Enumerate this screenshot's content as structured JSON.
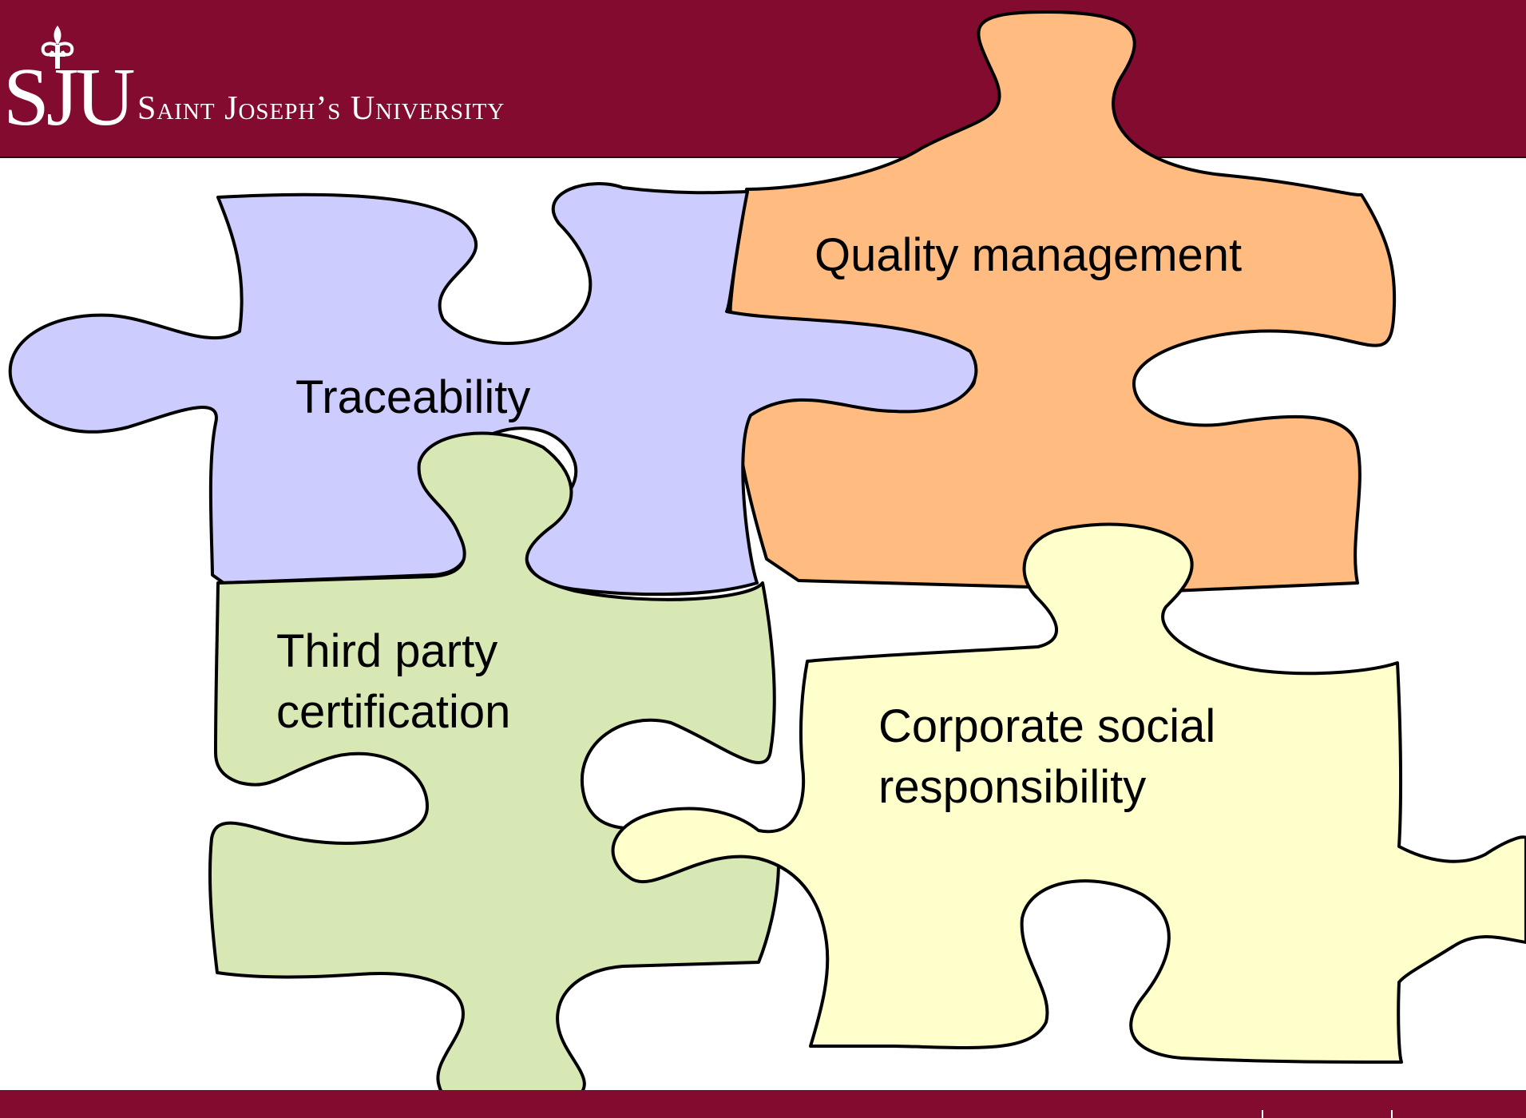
{
  "header": {
    "logo_mark": "SJU",
    "university_name": "Saint Joseph’s University",
    "band_color": "#820b2f"
  },
  "pieces": {
    "traceability": {
      "label": "Traceability",
      "color": "#ccccff"
    },
    "quality": {
      "label": "Quality management",
      "color": "#ffbb80"
    },
    "third_party": {
      "line1": "Third party",
      "line2": "certification",
      "color": "#d8e8b4"
    },
    "csr": {
      "line1": "Corporate social",
      "line2": "responsibility",
      "color": "#ffffcc"
    }
  },
  "icons": {
    "logo_emblem": "fleur-de-lis-icon"
  }
}
